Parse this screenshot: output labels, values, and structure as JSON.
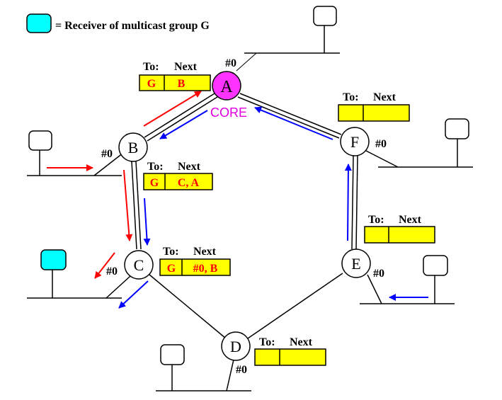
{
  "legend": {
    "text": "= Receiver of multicast group G",
    "receiver_color": "#00ffff"
  },
  "core_label": "CORE",
  "port_label": "#0",
  "colors": {
    "table_fill": "#ffff00",
    "join_arrow": "#ff0000",
    "data_arrow": "#0000ff",
    "core_fill": "#ff33ff"
  },
  "nodes": {
    "A": {
      "label": "A"
    },
    "B": {
      "label": "B"
    },
    "C": {
      "label": "C"
    },
    "D": {
      "label": "D"
    },
    "E": {
      "label": "E"
    },
    "F": {
      "label": "F"
    }
  },
  "tables": {
    "A": {
      "to_header": "To:",
      "next_header": "Next",
      "to": "G",
      "next": "B"
    },
    "B": {
      "to_header": "To:",
      "next_header": "Next",
      "to": "G",
      "next": "C, A"
    },
    "C": {
      "to_header": "To:",
      "next_header": "Next",
      "to": "G",
      "next": "#0, B"
    },
    "D": {
      "to_header": "To:",
      "next_header": "Next",
      "to": "",
      "next": ""
    },
    "E": {
      "to_header": "To:",
      "next_header": "Next",
      "to": "",
      "next": ""
    },
    "F": {
      "to_header": "To:",
      "next_header": "Next",
      "to": "",
      "next": ""
    }
  }
}
